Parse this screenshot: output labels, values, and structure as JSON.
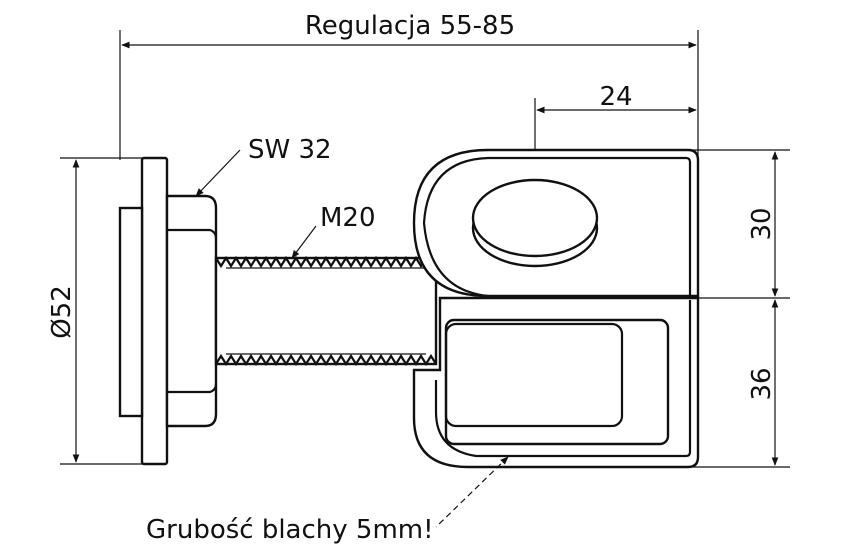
{
  "dimensions": {
    "regulation": "Regulacja 55-85",
    "wrench_size": "SW 32",
    "thread": "M20",
    "diameter": "Ø52",
    "pin_width": "24",
    "upper_height": "30",
    "lower_height": "36"
  },
  "note": "Grubość blachy 5mm!",
  "colors": {
    "line": "#111111",
    "background": "#ffffff"
  }
}
